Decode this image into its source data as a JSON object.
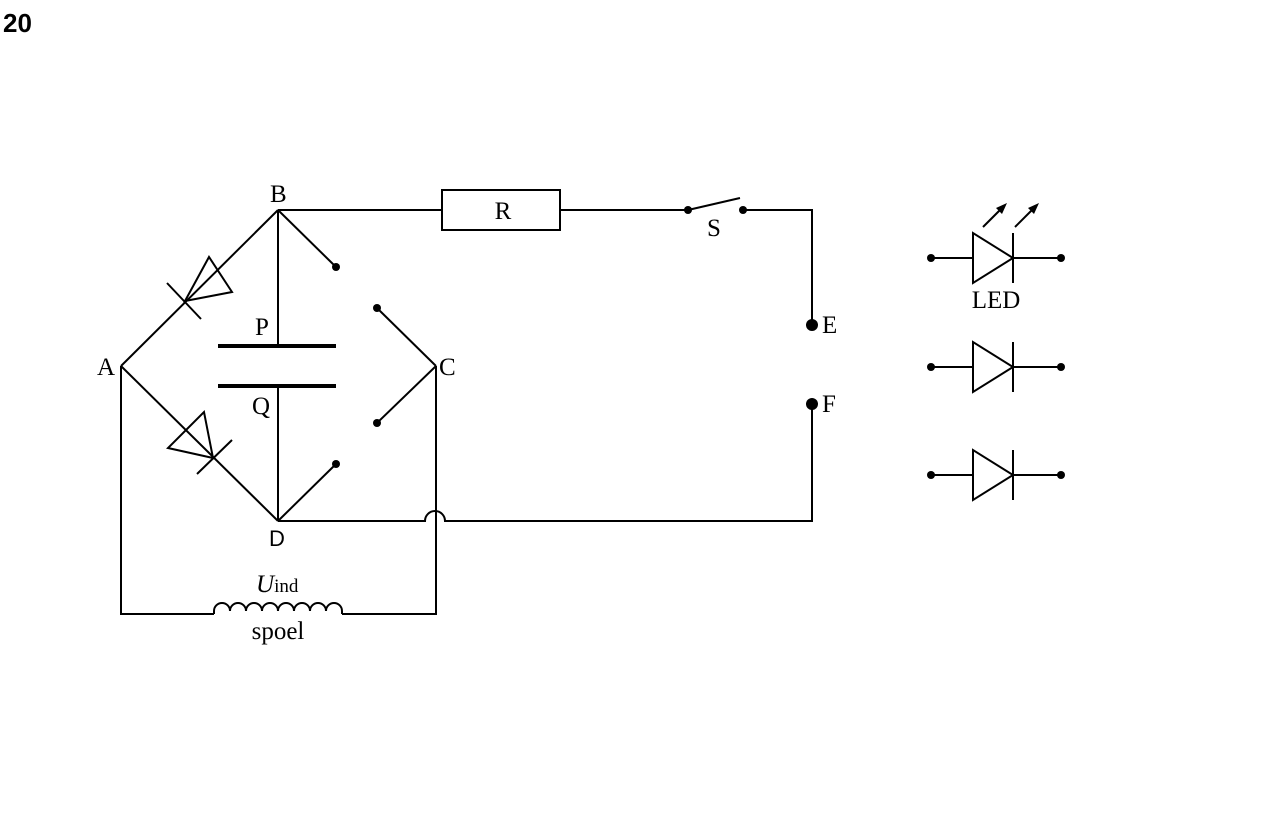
{
  "question_number": "20",
  "circuit": {
    "nodes": {
      "a": "A",
      "b": "B",
      "c": "C",
      "d": "D",
      "e": "E",
      "f": "F",
      "p": "P",
      "q": "Q"
    },
    "resistor_label": "R",
    "switch_label": "S",
    "coil": {
      "symbol": "U",
      "subscript": "ind",
      "caption": "spoel"
    }
  },
  "legend": {
    "led_label": "LED"
  }
}
